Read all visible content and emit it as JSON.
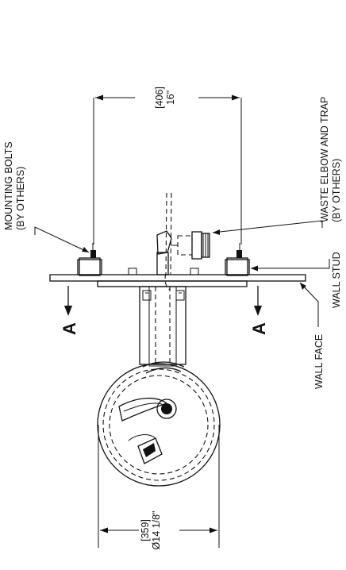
{
  "labels": {
    "mounting_bolts_line1": "MOUNTING BOLTS",
    "mounting_bolts_line2": "(BY OTHERS)",
    "waste_line1": "WASTE ELBOW AND TRAP",
    "waste_line2": "(BY OTHERS)",
    "wall_stud": "WALL STUD",
    "wall_face": "WALL FACE",
    "section_marker": "A"
  },
  "dimensions": {
    "spacing_metric": "[406]",
    "spacing_imperial": "16\"",
    "diameter_metric": "[359]",
    "diameter_imperial": "Ø14 1/8\""
  }
}
